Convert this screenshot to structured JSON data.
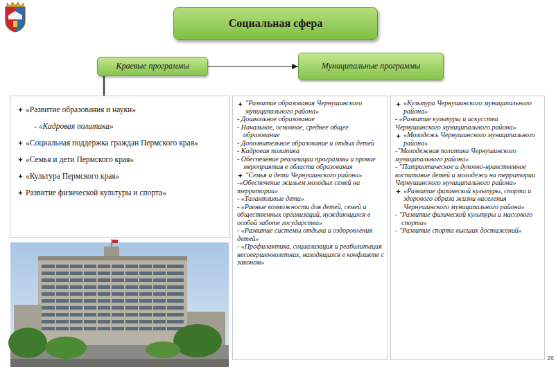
{
  "diagram": {
    "nodes": [
      {
        "text": [
          "Социальная сфера"
        ]
      },
      {
        "text": [
          "Краевые программы"
        ]
      },
      {
        "text": [
          "Муниципальные программы"
        ]
      },
      {
        "text": [
          "«Развитие образования и науки»",
          "- «Кадровая политика»",
          "«Социальная поддержка граждан Пермского края»",
          "«Семья и дети Пермского края»",
          "«Культура Пермского края»",
          "Развитие физической культуры и спорта»"
        ]
      },
      {
        "text": [
          "\"Развитие образования Чернушинского муниципального района»",
          "- Дошкольное образование",
          "- Начальное, основное, среднее общее образование",
          "- Дополнительное образование и отдых детей",
          "- Кадровая политика",
          "- Обеспечение реализации программы и прочие мероприятия в области образования",
          "\"Семья и дети Чернушинского района»",
          "-«Обеспечение жильем молодых семей на территории»",
          "- «Талантливые дети»",
          "- «Равные возможности для детей, семей и общественных организаций, нуждающихся в особой заботе государства»",
          "- «Развитие системы отдыха и оздоровления детей»",
          "- «Профилактика, социализация и реабилитация несовершеннолетних, находящихся в конфликте с законом»"
        ]
      },
      {
        "text": [
          "«Культура Чернушинского муниципального района»",
          "- «Развитие культуры и искусства Чернушинского муниципального района»",
          "«Молодежь Чернушинского муниципального района»",
          "-\"Молодежная политика Чернушинского муниципального района»",
          "- \"Патриотическое и духовно-нравственное воспитание детей и молодежи на территории Чернушинского муниципального района»",
          "«Развитие физической культуры, спорта и здорового образа жизни населения Чернушинского муниципального района»",
          "- \"Развитие физической культуры и массового спорта«",
          "- \"Развитие спорта высших достижений«"
        ]
      }
    ],
    "edges": [
      {
        "from": 1,
        "to": 2,
        "arrow": "to"
      },
      {
        "from": 1,
        "to": 3,
        "arrow": "none"
      }
    ],
    "labels": [
      "26"
    ]
  }
}
